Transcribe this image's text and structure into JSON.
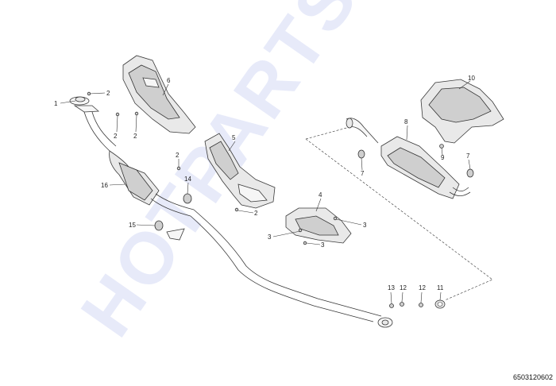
{
  "watermark": "HOTPARTS",
  "document_number": "6503120602",
  "callouts": {
    "c1": "1",
    "c2a": "2",
    "c2b": "2",
    "c2c": "2",
    "c2d": "2",
    "c2e": "2",
    "c3a": "3",
    "c3b": "3",
    "c3c": "3",
    "c4": "4",
    "c5": "5",
    "c6": "6",
    "c7a": "7",
    "c7b": "7",
    "c8": "8",
    "c9": "9",
    "c10": "10",
    "c11": "11",
    "c12a": "12",
    "c12b": "12",
    "c13": "13",
    "c14": "14",
    "c15": "15",
    "c16": "16"
  }
}
